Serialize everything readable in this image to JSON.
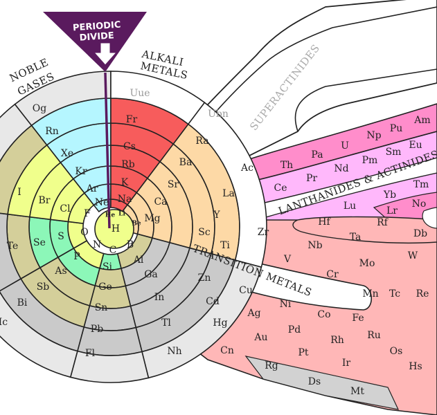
{
  "labels": {
    "divide_line1": "PERIODIC",
    "divide_line2": "DIVIDE",
    "noble_line1": "NOBLE",
    "noble_line2": "GASES",
    "alkali_line1": "ALKALI",
    "alkali_line2": "METALS",
    "superactinides": "SUPERACTINIDES",
    "lanthanides_actinides": "LANTHANIDES & ACTINIDES",
    "transition_metals": "TRANSITION METALS"
  },
  "colors": {
    "divide": "#5a1a5e",
    "alkali": "#f75c5c",
    "alkaline": "#fdd9a6",
    "noble": "#b5f6ff",
    "halogen": "#f0ff8c",
    "green": "#8cf7b8",
    "olive": "#d4cf9a",
    "metal": "#cacaca",
    "light": "#e8e8e8",
    "transition": "#ffb7b7",
    "lanthanide": "#ffb8fb",
    "actinide": "#ff8dcb",
    "white": "#ffffff"
  },
  "elements": [
    {
      "symbol": "Og"
    },
    {
      "symbol": "Rn"
    },
    {
      "symbol": "Xe"
    },
    {
      "symbol": "Kr"
    },
    {
      "symbol": "Ar"
    },
    {
      "symbol": "Ne"
    },
    {
      "symbol": "He"
    },
    {
      "symbol": "Li"
    },
    {
      "symbol": "Na"
    },
    {
      "symbol": "K"
    },
    {
      "symbol": "Rb"
    },
    {
      "symbol": "Cs"
    },
    {
      "symbol": "Fr"
    },
    {
      "symbol": "Uue"
    },
    {
      "symbol": "Be"
    },
    {
      "symbol": "Mg"
    },
    {
      "symbol": "Ca"
    },
    {
      "symbol": "Sr"
    },
    {
      "symbol": "Ba"
    },
    {
      "symbol": "Ra"
    },
    {
      "symbol": "Ubn"
    },
    {
      "symbol": "H"
    },
    {
      "symbol": "B"
    },
    {
      "symbol": "Al"
    },
    {
      "symbol": "Ga"
    },
    {
      "symbol": "In"
    },
    {
      "symbol": "Tl"
    },
    {
      "symbol": "Nh"
    },
    {
      "symbol": "C"
    },
    {
      "symbol": "Si"
    },
    {
      "symbol": "Ge"
    },
    {
      "symbol": "Sn"
    },
    {
      "symbol": "Pb"
    },
    {
      "symbol": "Fl"
    },
    {
      "symbol": "N"
    },
    {
      "symbol": "P"
    },
    {
      "symbol": "As"
    },
    {
      "symbol": "Sb"
    },
    {
      "symbol": "Bi"
    },
    {
      "symbol": "Mc"
    },
    {
      "symbol": "O"
    },
    {
      "symbol": "S"
    },
    {
      "symbol": "Se"
    },
    {
      "symbol": "Te"
    },
    {
      "symbol": "F"
    },
    {
      "symbol": "Cl"
    },
    {
      "symbol": "Br"
    },
    {
      "symbol": "I"
    },
    {
      "symbol": "Sc"
    },
    {
      "symbol": "Y"
    },
    {
      "symbol": "Ti"
    },
    {
      "symbol": "Zr"
    },
    {
      "symbol": "V"
    },
    {
      "symbol": "Nb"
    },
    {
      "symbol": "Cr"
    },
    {
      "symbol": "Hf"
    },
    {
      "symbol": "Ta"
    },
    {
      "symbol": "Rf"
    },
    {
      "symbol": "Db"
    },
    {
      "symbol": "Mo"
    },
    {
      "symbol": "W"
    },
    {
      "symbol": "Mn"
    },
    {
      "symbol": "Tc"
    },
    {
      "symbol": "Re"
    },
    {
      "symbol": "Zn"
    },
    {
      "symbol": "Cu"
    },
    {
      "symbol": "Ni"
    },
    {
      "symbol": "Co"
    },
    {
      "symbol": "Fe"
    },
    {
      "symbol": "Cd"
    },
    {
      "symbol": "Ag"
    },
    {
      "symbol": "Pd"
    },
    {
      "symbol": "Rh"
    },
    {
      "symbol": "Ru"
    },
    {
      "symbol": "Os"
    },
    {
      "symbol": "Hs"
    },
    {
      "symbol": "Hg"
    },
    {
      "symbol": "Au"
    },
    {
      "symbol": "Pt"
    },
    {
      "symbol": "Ir"
    },
    {
      "symbol": "Mt"
    },
    {
      "symbol": "Cn"
    },
    {
      "symbol": "Rg"
    },
    {
      "symbol": "Ds"
    },
    {
      "symbol": "Ac"
    },
    {
      "symbol": "Th"
    },
    {
      "symbol": "Pa"
    },
    {
      "symbol": "U"
    },
    {
      "symbol": "Np"
    },
    {
      "symbol": "Pu"
    },
    {
      "symbol": "Am"
    },
    {
      "symbol": "La"
    },
    {
      "symbol": "Ce"
    },
    {
      "symbol": "Pr"
    },
    {
      "symbol": "Nd"
    },
    {
      "symbol": "Pm"
    },
    {
      "symbol": "Sm"
    },
    {
      "symbol": "Eu"
    },
    {
      "symbol": "Lu"
    },
    {
      "symbol": "Yb"
    },
    {
      "symbol": "Tm"
    },
    {
      "symbol": "Lr"
    },
    {
      "symbol": "No"
    }
  ]
}
